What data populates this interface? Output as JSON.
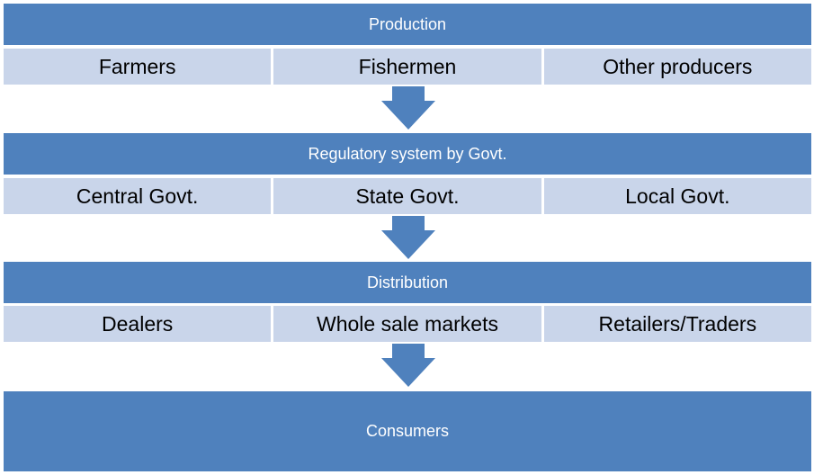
{
  "stages": [
    {
      "title": "Production",
      "items": [
        "Farmers",
        "Fishermen",
        "Other producers"
      ]
    },
    {
      "title": "Regulatory system by Govt.",
      "items": [
        "Central Govt.",
        "State Govt.",
        "Local Govt."
      ]
    },
    {
      "title": "Distribution",
      "items": [
        "Dealers",
        "Whole sale markets",
        "Retailers/Traders"
      ]
    }
  ],
  "final": {
    "title": "Consumers"
  },
  "colors": {
    "header": "#4f81bd",
    "item": "#c9d5ea",
    "arrow": "#4f81bd"
  }
}
